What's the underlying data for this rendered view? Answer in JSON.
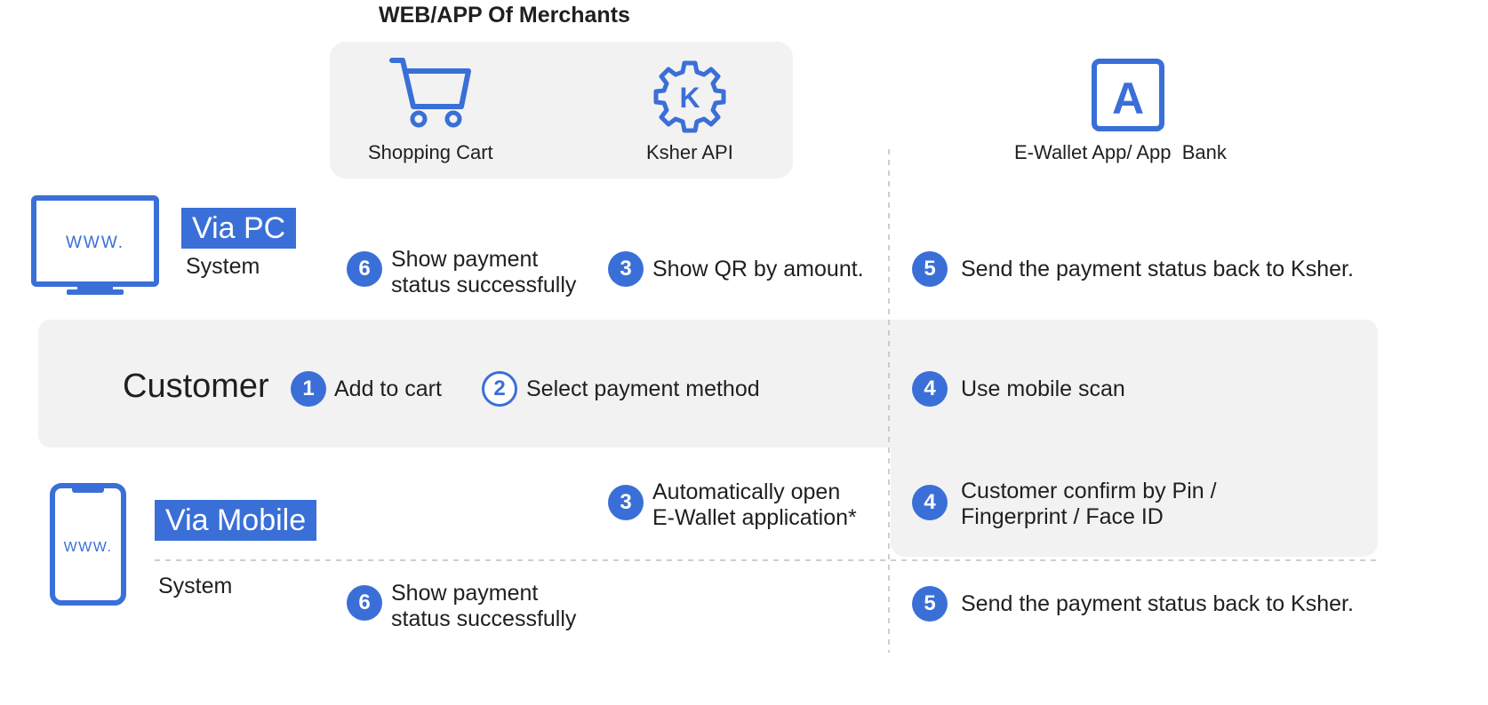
{
  "merchant": {
    "title": "WEB/APP Of Merchants",
    "cart_label": "Shopping Cart",
    "api_label": "Ksher API",
    "api_logo_letter": "K"
  },
  "wallet": {
    "label": "E-Wallet App/ App  Bank",
    "logo_letter": "A"
  },
  "pc": {
    "screen_text": "WWW.",
    "tag": "Via PC",
    "system_label": "System",
    "step6": {
      "num": "6",
      "line1": "Show payment",
      "line2": "status successfully"
    },
    "step3": {
      "num": "3",
      "text": "Show QR by amount."
    },
    "step5": {
      "num": "5",
      "text": "Send the payment status back to Ksher."
    }
  },
  "customer": {
    "label": "Customer",
    "step1": {
      "num": "1",
      "text": "Add to cart"
    },
    "step2": {
      "num": "2",
      "text": "Select payment method"
    },
    "step4": {
      "num": "4",
      "text": "Use mobile scan"
    }
  },
  "mobile": {
    "screen_text": "WWW.",
    "tag": "Via Mobile",
    "system_label": "System",
    "step3": {
      "num": "3",
      "line1": "Automatically open",
      "line2": "E-Wallet application*"
    },
    "step4": {
      "num": "4",
      "line1": "Customer confirm by Pin /",
      "line2": "Fingerprint / Face ID"
    },
    "step6": {
      "num": "6",
      "line1": "Show payment",
      "line2": "status successfully"
    },
    "step5": {
      "num": "5",
      "text": "Send the payment status back to Ksher."
    }
  },
  "colors": {
    "accent": "#3a6fd8",
    "panel": "#f2f2f2",
    "text": "#1f1f1f",
    "divider": "#bdbdbd"
  }
}
